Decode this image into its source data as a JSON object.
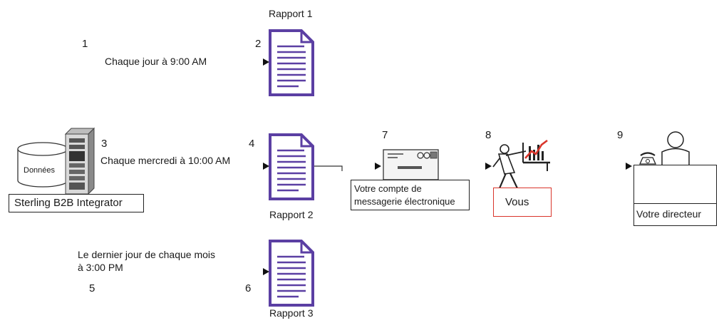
{
  "numbers": [
    "1",
    "2",
    "3",
    "4",
    "5",
    "6",
    "7",
    "8",
    "9"
  ],
  "schedules": {
    "daily": "Chaque jour à 9:00 AM",
    "weekly": "Chaque mercredi à 10:00 AM",
    "monthly_line1": "Le dernier jour de chaque mois",
    "monthly_line2": "à 3:00 PM"
  },
  "reports": {
    "report1": "Rapport 1",
    "report2": "Rapport 2",
    "report3": "Rapport 3"
  },
  "database_label": "Données",
  "system_label": "Sterling B2B Integrator",
  "email_label_line1": "Votre compte de",
  "email_label_line2": "messagerie électronique",
  "you_label": "Vous",
  "manager_label": "Votre directeur",
  "colors": {
    "document": "#5b3fa3",
    "you_border": "#d9352b",
    "chart_red": "#d9352b"
  },
  "icons": [
    "document-icon",
    "database-icon",
    "server-icon",
    "envelope-icon",
    "person-presenting-icon",
    "manager-icon",
    "telephone-icon",
    "arrow-icon"
  ]
}
